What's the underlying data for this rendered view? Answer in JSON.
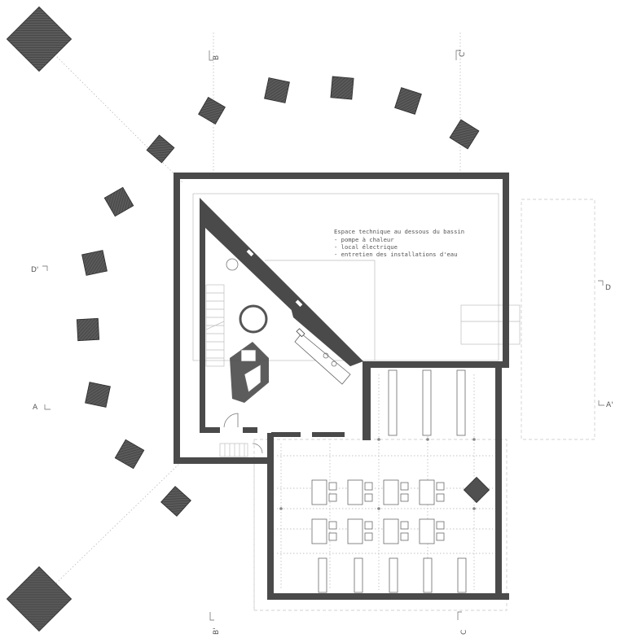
{
  "sections": {
    "b_top": "B",
    "c_top": "C'",
    "d_left": "D'",
    "d_right": "D",
    "a_left": "A",
    "a_right": "A'",
    "b_bottom": "B'",
    "c_bottom": "C"
  },
  "annotation": {
    "title": "Espace technique au dessous du bassin",
    "items": [
      "- pompe à chaleur",
      "- local électrique",
      "- entretien des installations d'eau"
    ]
  },
  "colors": {
    "wall": "#4a4a4a",
    "pillar": "#505050",
    "line": "#bdbdbd"
  }
}
